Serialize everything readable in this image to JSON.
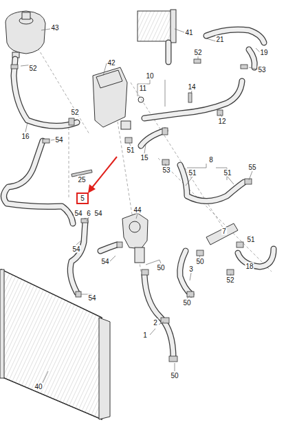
{
  "diagram": {
    "nodes": [
      {
        "text": [
          "5"
        ]
      }
    ],
    "labels": [
      "43",
      "41",
      "21",
      "19",
      "52",
      "52",
      "53",
      "42",
      "10",
      "11",
      "14",
      "52",
      "12",
      "16",
      "54",
      "51",
      "15",
      "8",
      "55",
      "53",
      "51",
      "51",
      "25",
      "44",
      "54",
      "6",
      "54",
      "7",
      "51",
      "54",
      "54",
      "50",
      "50",
      "18",
      "3",
      "52",
      "54",
      "50",
      "2",
      "1",
      "50",
      "40"
    ]
  }
}
